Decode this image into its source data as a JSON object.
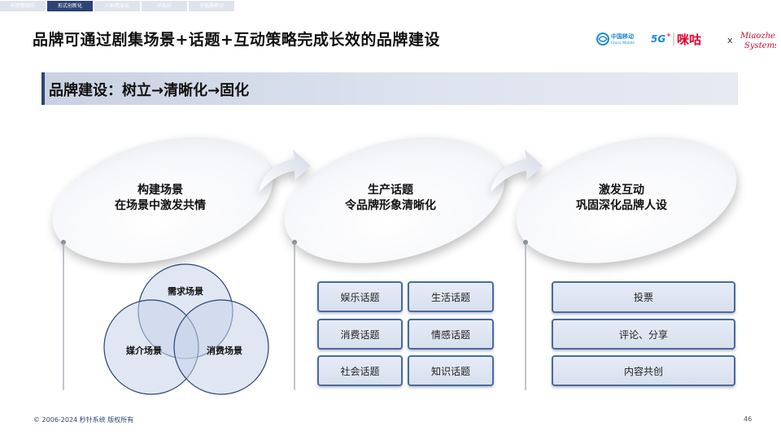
{
  "nav_tabs": [
    "创意精细化",
    "形式创新化",
    "人群精准化",
    "IP共创",
    "全链路移动"
  ],
  "title": "品牌可通过剧集场景+话题+互动策略完成长效的品牌建设",
  "logos": {
    "china_mobile": "中国移动",
    "china_mobile_en": "China Mobile",
    "five_g": "5G",
    "migu": "咪咕",
    "times": "x",
    "miaozhen_line1": "Miaozhen",
    "miaozhen_line2": "Systems"
  },
  "subtitle": "品牌建设：树立→清晰化→固化",
  "stages": [
    {
      "line1": "构建场景",
      "line2": "在场景中激发共情"
    },
    {
      "line1": "生产话题",
      "line2": "令品牌形象清晰化"
    },
    {
      "line1": "激发互动",
      "line2": "巩固深化品牌人设"
    }
  ],
  "venn": [
    "需求场景",
    "媒介场景",
    "消费场景"
  ],
  "topics": [
    "娱乐话题",
    "生活话题",
    "消费话题",
    "情感话题",
    "社会话题",
    "知识话题"
  ],
  "interactions": [
    "投票",
    "评论、分享",
    "内容共创"
  ],
  "footer": "© 2006-2024 秒针系统 版权所有",
  "page_number": "46",
  "colors": {
    "navy": "#2d4373",
    "box_border": "#4a6b9c",
    "venn_fill": "#c7d3ea",
    "brand_red": "#e6002d"
  }
}
